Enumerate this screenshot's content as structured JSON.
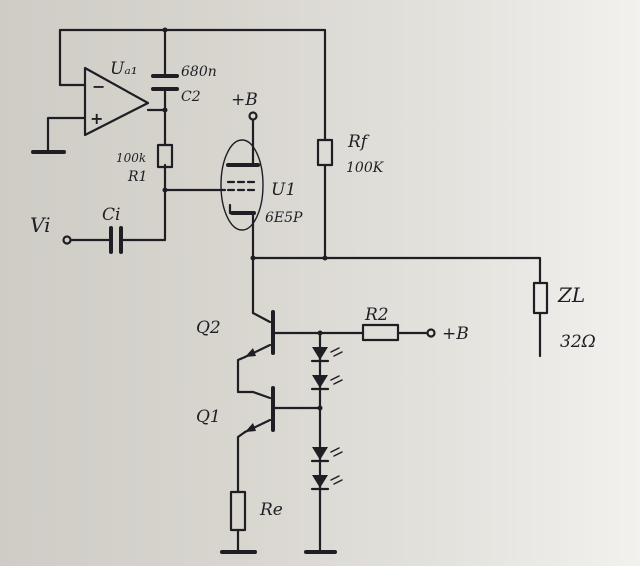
{
  "labels": {
    "opamp_name": "Uₐ₁",
    "opamp_minus": "−",
    "opamp_plus": "+",
    "c2_value": "680n",
    "c2_name": "C2",
    "r1_value": "100k",
    "r1_name": "R1",
    "supply_top": "+B",
    "tube_name": "U1",
    "tube_part": "6E5P",
    "rf_name": "Rf",
    "rf_value": "100K",
    "vi": "Vi",
    "ci": "Ci",
    "zl_name": "ZL",
    "zl_value": "32Ω",
    "q2": "Q2",
    "q1": "Q1",
    "r2": "R2",
    "supply_right": "+B",
    "re": "Re"
  }
}
